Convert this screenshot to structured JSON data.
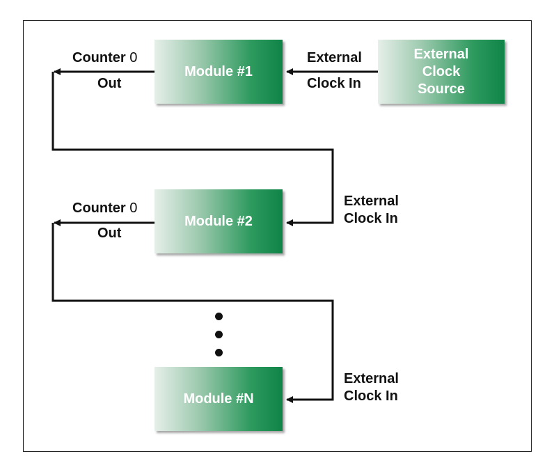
{
  "modules": [
    {
      "label": "Module #1"
    },
    {
      "label": "Module #2"
    },
    {
      "label": "Module #N"
    }
  ],
  "source": {
    "lines": [
      "External",
      "Clock",
      "Source"
    ]
  },
  "counter_out": {
    "word": "Counter",
    "number": "0",
    "out": "Out"
  },
  "ext_clock_in": {
    "line1": "External",
    "line2": "Clock In"
  },
  "colors": {
    "module_dark": "#0f8447",
    "module_light": "#e6efe9",
    "wire": "#111111"
  }
}
